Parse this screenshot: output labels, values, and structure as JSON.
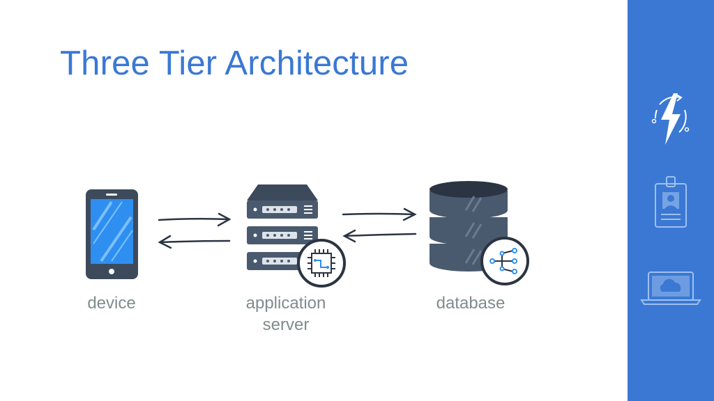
{
  "title": "Three Tier Architecture",
  "labels": {
    "device": "device",
    "app_server_line1": "application",
    "app_server_line2": "server",
    "database": "database"
  },
  "icons": {
    "device": "smartphone-icon",
    "app_server": "server-rack-icon",
    "app_server_badge": "chip-icon",
    "database": "database-icon",
    "database_badge": "network-tree-icon",
    "sidebar": [
      "lightning-sync-icon",
      "id-badge-icon",
      "laptop-cloud-icon"
    ]
  },
  "colors": {
    "title": "#3a78d4",
    "sidebar": "#3a78d4",
    "device_body": "#3d4a5c",
    "screen": "#2e8ff0",
    "server": "#4a5a6e",
    "label": "#7f8c8d"
  }
}
